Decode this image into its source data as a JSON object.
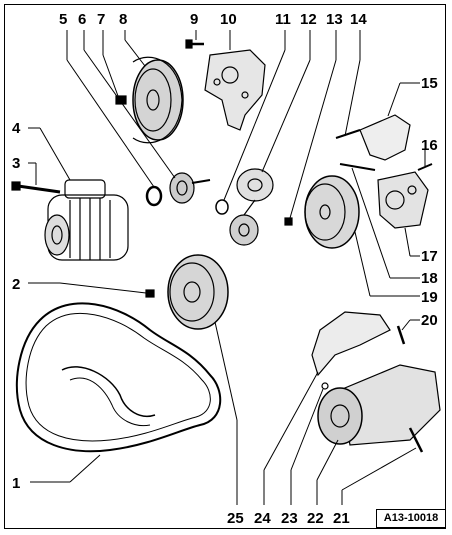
{
  "callouts": {
    "c1": "1",
    "c2": "2",
    "c3": "3",
    "c4": "4",
    "c5": "5",
    "c6": "6",
    "c7": "7",
    "c8": "8",
    "c9": "9",
    "c10": "10",
    "c11": "11",
    "c12": "12",
    "c13": "13",
    "c14": "14",
    "c15": "15",
    "c16": "16",
    "c17": "17",
    "c18": "18",
    "c19": "19",
    "c20": "20",
    "c21": "21",
    "c22": "22",
    "c23": "23",
    "c24": "24",
    "c25": "25"
  },
  "reference_code": "A13-10018"
}
